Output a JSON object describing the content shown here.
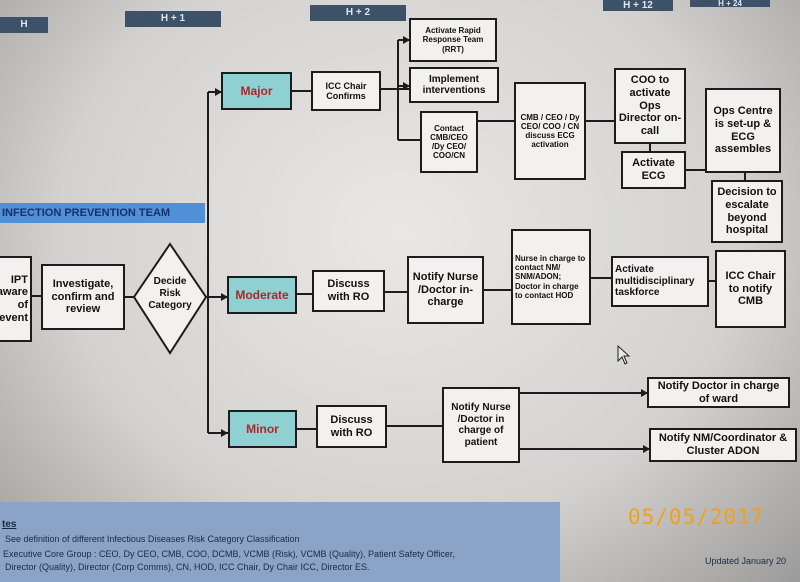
{
  "headers": [
    "H",
    "H + 1",
    "H + 2",
    "H + 12",
    "H + 24"
  ],
  "banner": "INFECTION PREVENTION TEAM",
  "start_box": "IPT aware of event",
  "investigate": "Investigate, confirm and review",
  "decide": "Decide Risk Category",
  "categories": {
    "major": "Major",
    "moderate": "Moderate",
    "minor": "Minor"
  },
  "major_path": {
    "icc_chair_confirms": "ICC Chair Confirms",
    "activate_rrt": "Activate Rapid Response Team (RRT)",
    "implement": "Implement interventions",
    "contact": "Contact CMB/CEO /Dy CEO/ COO/CN",
    "discuss_ecg": "CMB / CEO / Dy CEO/ COO / CN discuss ECG activation",
    "coo_activate": "COO to activate Ops Director on-call",
    "activate_ecg": "Activate ECG",
    "ops_centre": "Ops Centre is set-up & ECG assembles",
    "escalate": "Decision to escalate beyond hospital"
  },
  "moderate_path": {
    "discuss_ro": "Discuss with RO",
    "notify": "Notify Nurse /Doctor in-charge",
    "nurse_charge": "Nurse in charge to contact NM/ SNM/ADON; Doctor in charge to contact HOD",
    "taskforce": "Activate multidisciplinary taskforce",
    "icc_notify": "ICC Chair to notify CMB"
  },
  "minor_path": {
    "discuss_ro": "Discuss with RO",
    "notify": "Notify Nurse /Doctor in charge of patient",
    "notify_doctor_ward": "Notify Doctor in charge of ward",
    "notify_nm": "Notify NM/Coordinator & Cluster ADON"
  },
  "notes": {
    "title": "tes",
    "line1": "See definition of different  Infectious Diseases Risk Category Classification",
    "line2": "Executive Core Group : CEO, Dy CEO, CMB, COO, DCMB, VCMB (Risk), VCMB (Quality), Patient Safety Officer,",
    "line3": "Director (Quality), Director (Corp Comms), CN, HOD, ICC Chair, Dy Chair ICC, Director ES."
  },
  "date_stamp": "05/05/2017",
  "updated": "Updated January 20"
}
